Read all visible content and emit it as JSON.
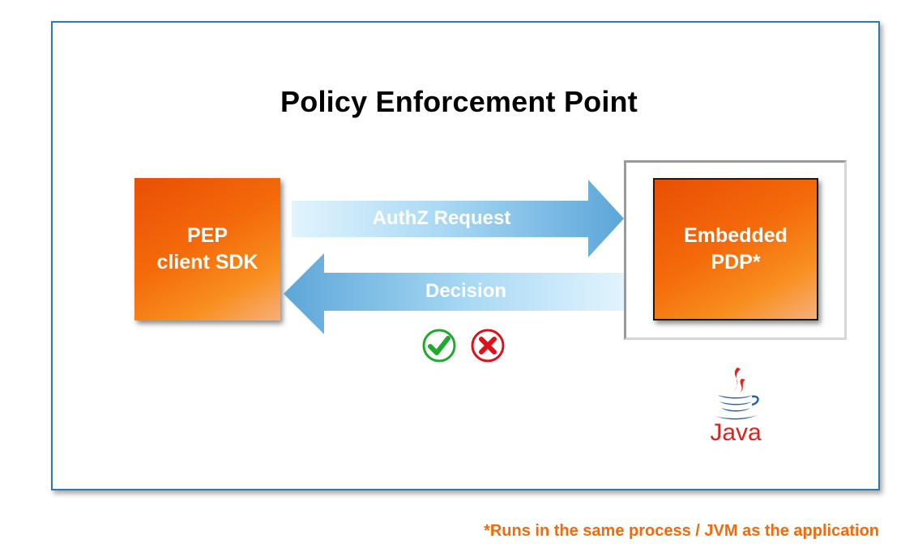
{
  "diagram": {
    "title": "Policy Enforcement Point",
    "pep_box": {
      "line1": "PEP",
      "line2": "client SDK"
    },
    "pdp_box": {
      "line1": "Embedded",
      "line2": "PDP*"
    },
    "request_arrow": {
      "label": "AuthZ Request",
      "direction": "right"
    },
    "decision_arrow": {
      "label": "Decision",
      "direction": "left"
    },
    "decision_outcomes": [
      {
        "icon": "green-check-icon",
        "meaning": "permit"
      },
      {
        "icon": "red-cross-icon",
        "meaning": "deny"
      }
    ],
    "runtime_logo": {
      "icon": "java-coffee-cup-icon",
      "text": "Java"
    },
    "footnote": "*Runs in the same process / JVM as the application"
  },
  "colors": {
    "frame_border": "#2f78b0",
    "orange_dark": "#e94f05",
    "orange_light": "#f88e1e",
    "arrow_light": "#dff3fd",
    "arrow_dark": "#6ab0dc",
    "check_green": "#1faa2b",
    "cross_red": "#e0101a",
    "java_red": "#e3201b",
    "java_blue": "#2a64a8",
    "footnote_orange": "#f46a0a"
  }
}
